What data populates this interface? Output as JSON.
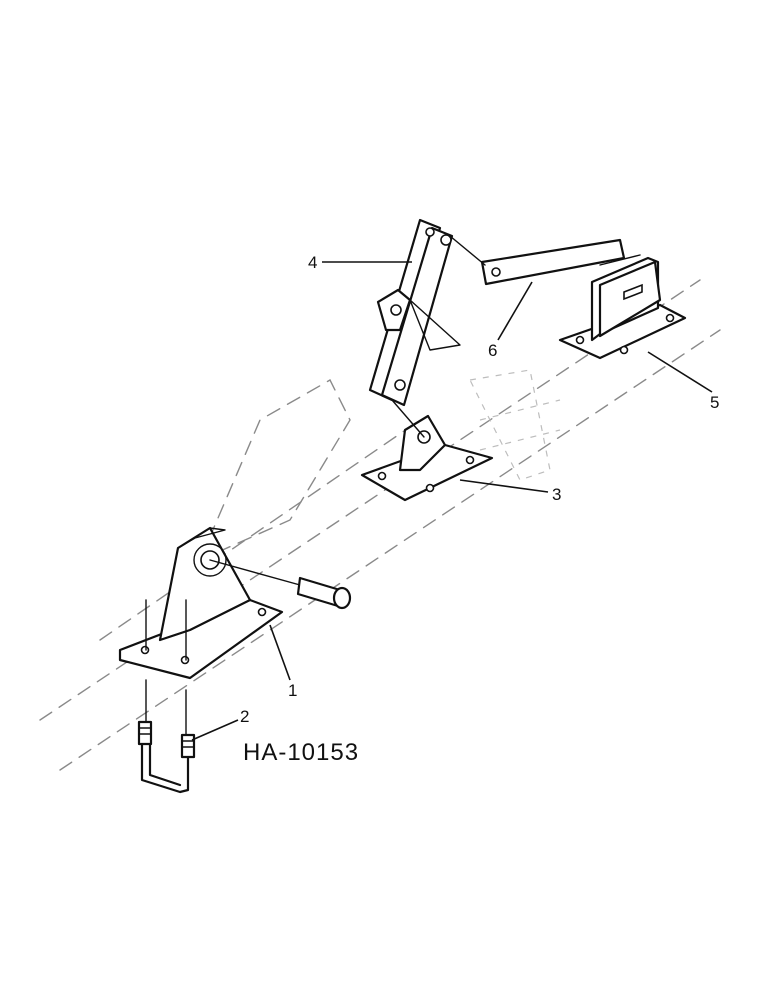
{
  "drawing_code": "HA-10153",
  "callouts": [
    {
      "id": "1",
      "text": "1"
    },
    {
      "id": "2",
      "text": "2"
    },
    {
      "id": "3",
      "text": "3"
    },
    {
      "id": "4",
      "text": "4"
    },
    {
      "id": "5",
      "text": "5"
    },
    {
      "id": "6",
      "text": "6"
    }
  ],
  "colors": {
    "line": "#111111",
    "background": "#ffffff",
    "phantom": "#8a8a8a"
  }
}
